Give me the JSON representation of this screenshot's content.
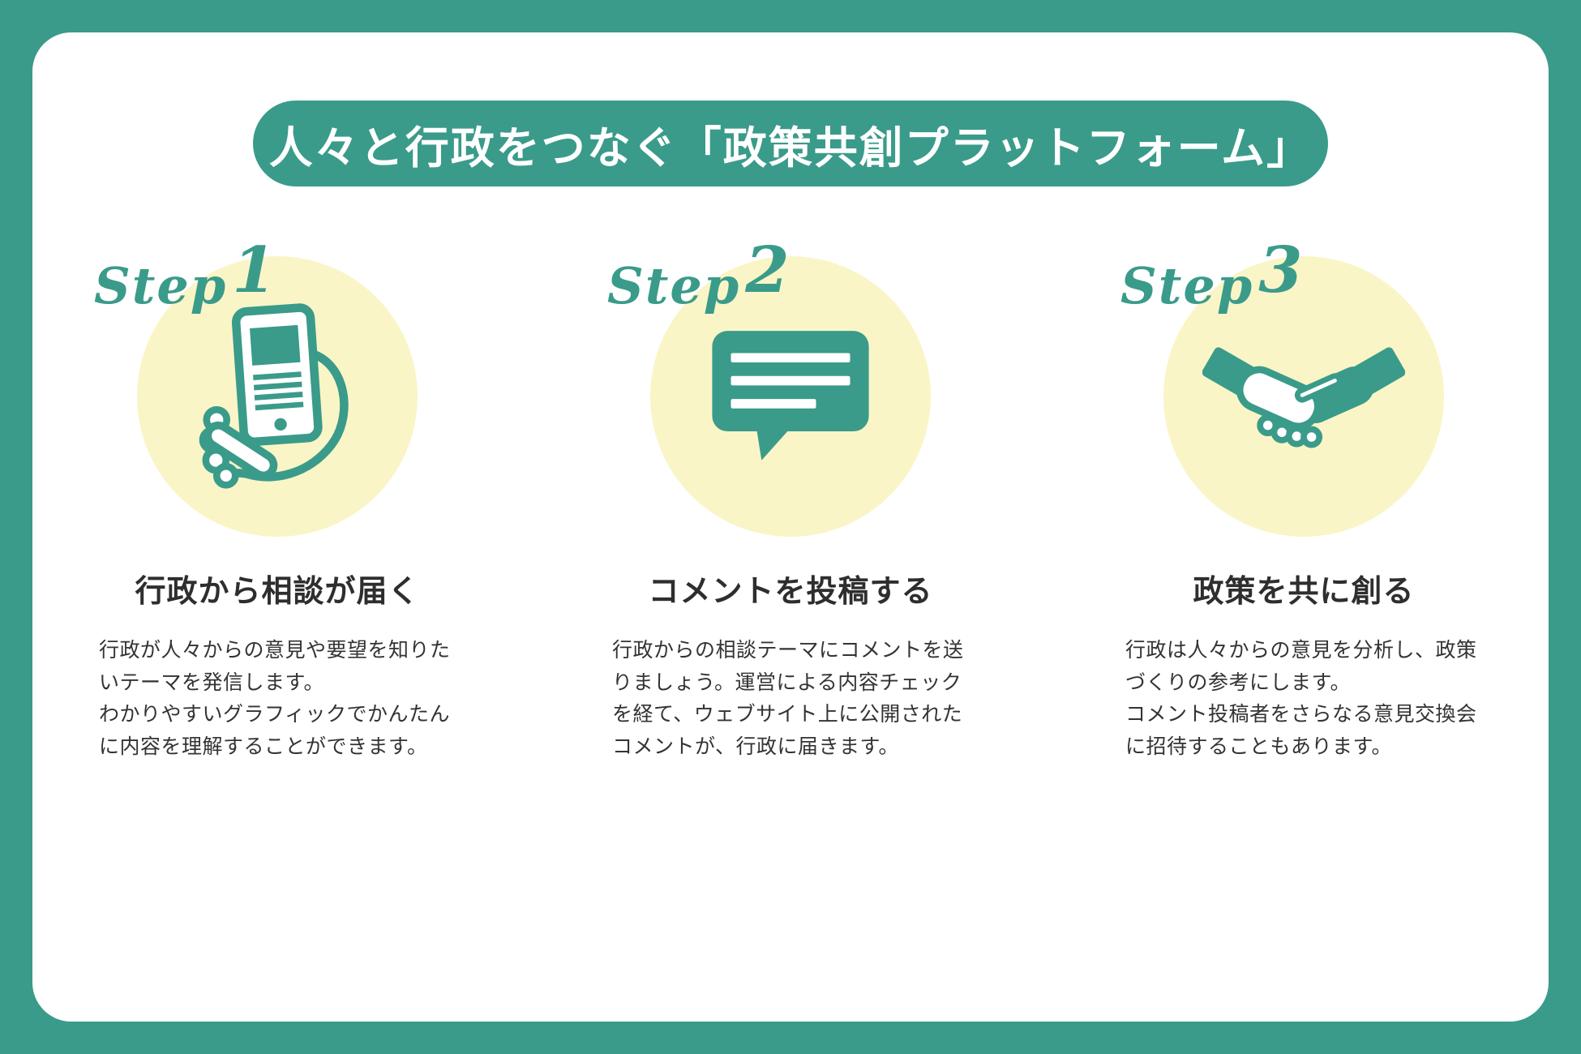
{
  "colors": {
    "teal": "#3A9B8A",
    "yellow": "#FAF5C6",
    "ink": "#2E2E2E"
  },
  "header": {
    "title": "人々と行政をつなぐ「政策共創プラットフォーム」"
  },
  "steps": [
    {
      "label_word": "Step",
      "label_number": "1",
      "icon": "smartphone-in-hand-icon",
      "title": "行政から相談が届く",
      "description": "行政が人々からの意見や要望を知りたいテーマを発信します。\nわかりやすいグラフィックでかんたんに内容を理解することができます。"
    },
    {
      "label_word": "Step",
      "label_number": "2",
      "icon": "speech-bubble-icon",
      "title": "コメントを投稿する",
      "description": "行政からの相談テーマにコメントを送りましょう。運営による内容チェックを経て、ウェブサイト上に公開されたコメントが、行政に届きます。"
    },
    {
      "label_word": "Step",
      "label_number": "3",
      "icon": "handshake-icon",
      "title": "政策を共に創る",
      "description": "行政は人々からの意見を分析し、政策づくりの参考にします。\nコメント投稿者をさらなる意見交換会に招待することもあります。"
    }
  ]
}
